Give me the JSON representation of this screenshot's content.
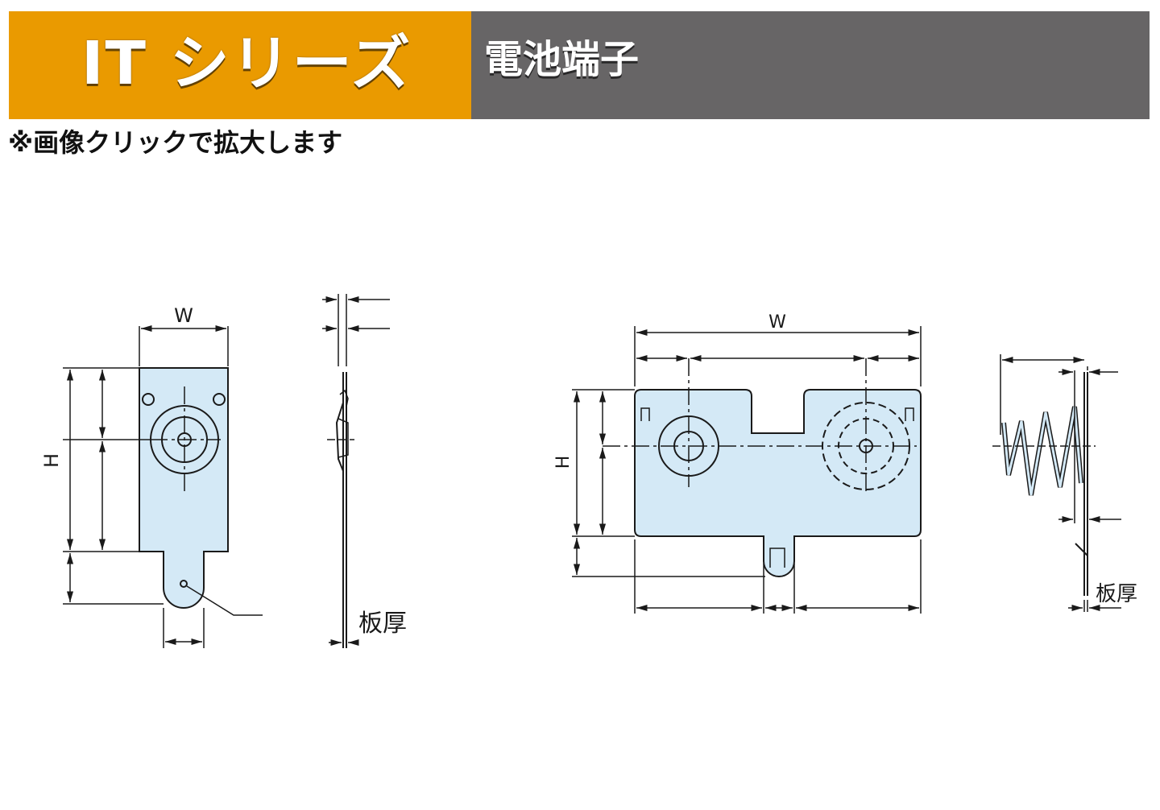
{
  "header": {
    "series_title": "IT シリーズ",
    "category": "電池端子"
  },
  "note": "※画像クリックで拡大します",
  "diagram": {
    "colors": {
      "plate": "#d4e9f6",
      "line": "#1a1a1a",
      "orange": "#ea9a00",
      "gray": "#676566"
    },
    "left_front": {
      "width_label": "W",
      "height_label": "H"
    },
    "left_side": {
      "thickness_label": "板厚"
    },
    "right_front": {
      "width_label": "W",
      "height_label": "H"
    },
    "right_side": {
      "thickness_label": "板厚"
    }
  }
}
